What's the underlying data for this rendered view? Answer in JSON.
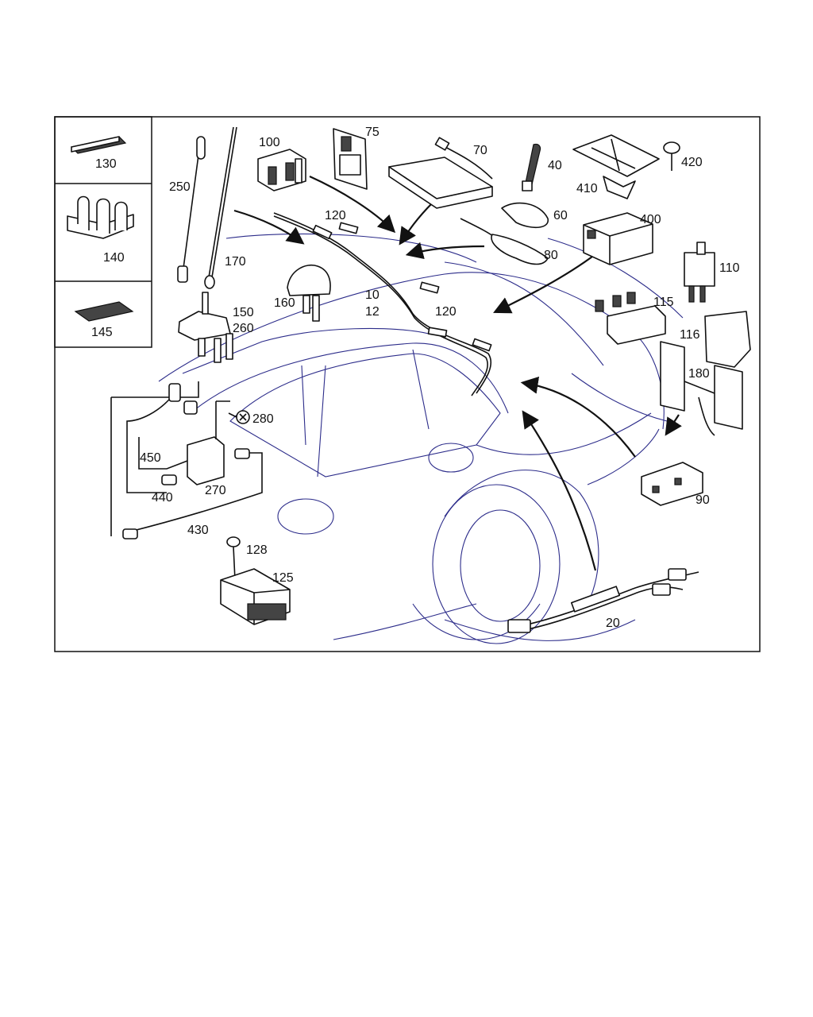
{
  "labels": {
    "l130": "130",
    "l140": "140",
    "l145": "145",
    "l250": "250",
    "l170": "170",
    "l100": "100",
    "l75": "75",
    "l70": "70",
    "l40": "40",
    "l60": "60",
    "l410": "410",
    "l420": "420",
    "l400": "400",
    "l110": "110",
    "l120a": "120",
    "l80": "80",
    "l160": "160",
    "l10": "10",
    "l12": "12",
    "l120b": "120",
    "l115": "115",
    "l116": "116",
    "l150": "150",
    "l260": "260",
    "l180": "180",
    "l280": "280",
    "l450": "450",
    "l440": "440",
    "l270": "270",
    "l90": "90",
    "l430": "430",
    "l128": "128",
    "l125": "125",
    "l20": "20"
  }
}
